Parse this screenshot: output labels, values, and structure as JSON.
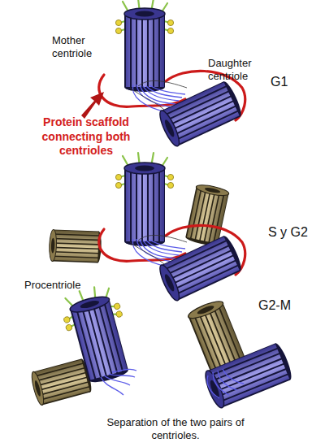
{
  "diagram": {
    "caption": "Separation of the two pairs of centrioles.",
    "labels": [
      "Mother centriole",
      "Daughter centriole",
      "G1",
      "Protein scaffold connecting both centrioles",
      "S y G2",
      "Procentriole",
      "G2-M"
    ]
  }
}
